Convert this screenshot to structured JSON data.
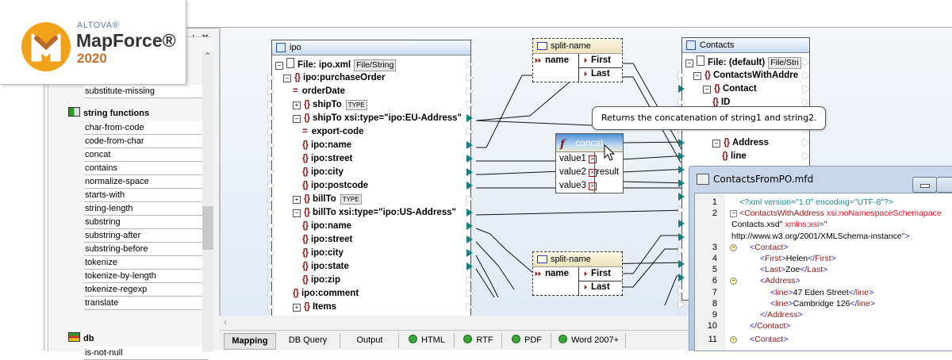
{
  "logo": {
    "vendor": "ALTOVA®",
    "product": "MapForce®",
    "year": "2020",
    "colors": {
      "circle": "#f2a11a",
      "year": "#c27230"
    }
  },
  "library_panel": {
    "pin_icon": "pin-icon",
    "close_icon": "close-icon",
    "items_top": [
      "substitute-missing"
    ],
    "groups": [
      {
        "name": "string functions",
        "icon": "library-icon",
        "items": [
          "char-from-code",
          "code-from-char",
          "concat",
          "contains",
          "normalize-space",
          "starts-with",
          "string-length",
          "substring",
          "substring-after",
          "substring-before",
          "tokenize",
          "tokenize-by-length",
          "tokenize-regexp",
          "translate"
        ]
      },
      {
        "name": "db",
        "icon": "database-icon",
        "items": [
          "is-not-null"
        ]
      }
    ]
  },
  "source_component": {
    "title": "ipo",
    "file_label": "File: ipo.xml",
    "file_button": "File/String",
    "type_button": "TYPE",
    "rows": [
      {
        "label": "ipo:purchaseOrder",
        "kind": "element",
        "toggle": "-"
      },
      {
        "label": "orderDate",
        "kind": "attribute"
      },
      {
        "label": "shipTo",
        "kind": "element",
        "toggle": "+",
        "type": true
      },
      {
        "label": "shipTo xsi:type=\"ipo:EU-Address\"",
        "kind": "element",
        "toggle": "-"
      },
      {
        "label": "export-code",
        "kind": "attribute"
      },
      {
        "label": "ipo:name",
        "kind": "element"
      },
      {
        "label": "ipo:street",
        "kind": "element"
      },
      {
        "label": "ipo:city",
        "kind": "element"
      },
      {
        "label": "ipo:postcode",
        "kind": "element"
      },
      {
        "label": "billTo",
        "kind": "element",
        "toggle": "+",
        "type": true
      },
      {
        "label": "billTo xsi:type=\"ipo:US-Address\"",
        "kind": "element",
        "toggle": "-"
      },
      {
        "label": "ipo:name",
        "kind": "element"
      },
      {
        "label": "ipo:street",
        "kind": "element"
      },
      {
        "label": "ipo:city",
        "kind": "element"
      },
      {
        "label": "ipo:state",
        "kind": "element"
      },
      {
        "label": "ipo:zip",
        "kind": "element"
      },
      {
        "label": "ipo:comment",
        "kind": "element"
      },
      {
        "label": "Items",
        "kind": "element",
        "toggle": "+"
      }
    ]
  },
  "split_name_1": {
    "title": "split-name",
    "input": "name",
    "outputs": [
      "First",
      "Last"
    ]
  },
  "split_name_2": {
    "title": "split-name",
    "input": "name",
    "outputs": [
      "First",
      "Last"
    ]
  },
  "concat_function": {
    "title": "concat",
    "inputs": [
      "value1",
      "value2",
      "value3"
    ],
    "output": "result"
  },
  "tooltip": {
    "text": "Returns the concatenation of string1 and string2."
  },
  "target_component": {
    "title": "Contacts",
    "file_label": "File: (default)",
    "file_button": "File/Stri",
    "rows": [
      {
        "label": "ContactsWithAddre",
        "toggle": "-"
      },
      {
        "label": "Contact",
        "toggle": "-"
      },
      {
        "label": "ID"
      },
      {
        "label": "Address",
        "toggle": "-"
      },
      {
        "label": "line"
      }
    ]
  },
  "output_window": {
    "title": "ContactsFromPO.mfd",
    "lines": [
      {
        "n": "1",
        "parts": [
          [
            "g",
            "<?xml version=\"1.0\" encoding=\"UTF-8\"?>"
          ]
        ]
      },
      {
        "n": "2",
        "parts": [
          [
            "r",
            "<ContactsWithAddress "
          ],
          [
            "red",
            "xsi:noNamespaceSchemapace"
          ]
        ]
      },
      {
        "n": "",
        "parts": [
          [
            "k",
            "Contacts.xsd\" "
          ],
          [
            "red",
            "xmlns:xsi"
          ],
          [
            "b",
            "=\""
          ]
        ]
      },
      {
        "n": "",
        "parts": [
          [
            "k",
            "http://www.w3.org/2001/XMLSchema-instance"
          ],
          [
            "b",
            "\">"
          ]
        ]
      },
      {
        "n": "3",
        "parts": [
          [
            "b",
            "<"
          ],
          [
            "r",
            "Contact"
          ],
          [
            "b",
            ">"
          ]
        ]
      },
      {
        "n": "4",
        "parts": [
          [
            "b",
            "<"
          ],
          [
            "r",
            "First"
          ],
          [
            "b",
            ">"
          ],
          [
            "k",
            "Helen"
          ],
          [
            "b",
            "</"
          ],
          [
            "r",
            "First"
          ],
          [
            "b",
            ">"
          ]
        ]
      },
      {
        "n": "5",
        "parts": [
          [
            "b",
            "<"
          ],
          [
            "r",
            "Last"
          ],
          [
            "b",
            ">"
          ],
          [
            "k",
            "Zoe"
          ],
          [
            "b",
            "</"
          ],
          [
            "r",
            "Last"
          ],
          [
            "b",
            ">"
          ]
        ]
      },
      {
        "n": "6",
        "parts": [
          [
            "b",
            "<"
          ],
          [
            "r",
            "Address"
          ],
          [
            "b",
            ">"
          ]
        ]
      },
      {
        "n": "7",
        "parts": [
          [
            "b",
            "<"
          ],
          [
            "r",
            "line"
          ],
          [
            "b",
            ">"
          ],
          [
            "k",
            "47 Eden Street"
          ],
          [
            "b",
            "</"
          ],
          [
            "r",
            "line"
          ],
          [
            "b",
            ">"
          ]
        ]
      },
      {
        "n": "8",
        "parts": [
          [
            "b",
            "<"
          ],
          [
            "r",
            "line"
          ],
          [
            "b",
            ">"
          ],
          [
            "k",
            "Cambridge 126"
          ],
          [
            "b",
            "</"
          ],
          [
            "r",
            "line"
          ],
          [
            "b",
            ">"
          ]
        ]
      },
      {
        "n": "9",
        "parts": [
          [
            "b",
            "</"
          ],
          [
            "r",
            "Address"
          ],
          [
            "b",
            ">"
          ]
        ]
      },
      {
        "n": "10",
        "parts": [
          [
            "b",
            "</"
          ],
          [
            "r",
            "Contact"
          ],
          [
            "b",
            ">"
          ]
        ]
      },
      {
        "n": "11",
        "parts": [
          [
            "b",
            "<"
          ],
          [
            "r",
            "Contact"
          ],
          [
            "b",
            ">"
          ]
        ]
      }
    ]
  },
  "tabs": [
    {
      "label": "Mapping",
      "active": true
    },
    {
      "label": "DB Query"
    },
    {
      "label": "Output"
    },
    {
      "label": "HTML",
      "icon": "stylevision-icon"
    },
    {
      "label": "RTF",
      "icon": "stylevision-icon"
    },
    {
      "label": "PDF",
      "icon": "stylevision-icon"
    },
    {
      "label": "Word 2007+",
      "icon": "stylevision-icon"
    }
  ]
}
